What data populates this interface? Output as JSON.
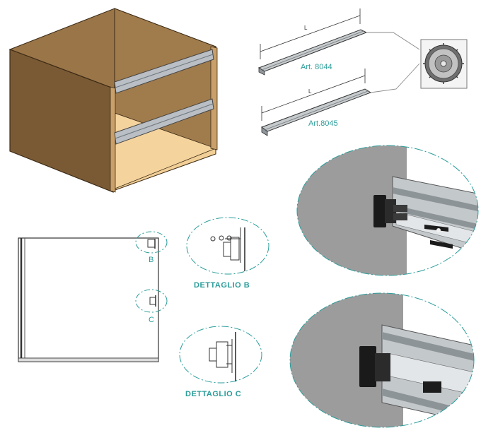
{
  "labels": {
    "art_8044": "Art. 8044",
    "art_8045": "Art.8045",
    "dim_l_top": "L",
    "dim_l_bottom": "L",
    "detail_b_marker": "B",
    "detail_c_marker": "C",
    "detail_b_caption": "DETTAGLIO B",
    "detail_c_caption": "DETTAGLIO C"
  },
  "colors": {
    "wood_dark": "#7a5a34",
    "wood_light": "#f2cf96",
    "rail": "#b9bfc4",
    "leader_teal": "#2a9d9a",
    "wall_gray": "#9c9c9c"
  },
  "icons": {
    "saw_blade": "saw-blade-icon"
  }
}
